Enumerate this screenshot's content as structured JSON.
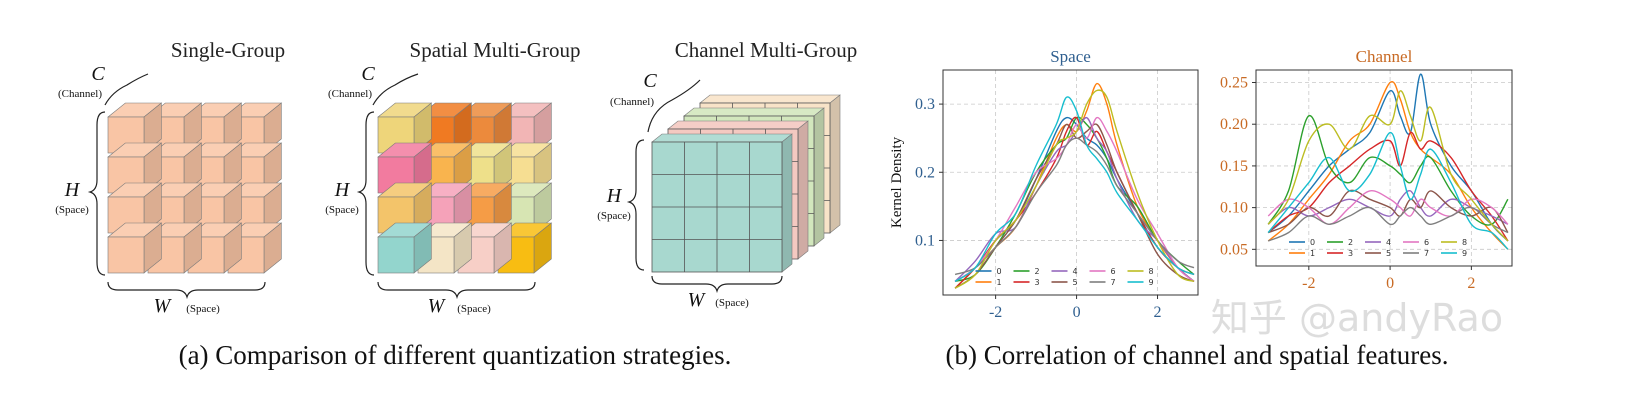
{
  "panel_a": {
    "caption": "(a) Comparison of different quantization strategies.",
    "diagrams": [
      {
        "title": "Single-Group",
        "c_symbol": "C",
        "c_label": "(Channel)",
        "h_symbol": "H",
        "h_label": "(Space)",
        "w_symbol": "W",
        "w_label": "(Space)"
      },
      {
        "title": "Spatial Multi-Group",
        "c_symbol": "C",
        "c_label": "(Channel)",
        "h_symbol": "H",
        "h_label": "(Space)",
        "w_symbol": "W",
        "w_label": "(Space)"
      },
      {
        "title": "Channel Multi-Group",
        "c_symbol": "C",
        "c_label": "(Channel)",
        "h_symbol": "H",
        "h_label": "(Space)",
        "w_symbol": "W",
        "w_label": "(Space)"
      }
    ],
    "colors": {
      "single_group": "#f9c5a5",
      "spatial_groups": [
        [
          "#eed57a",
          "#f07a22",
          "#ec8a3c",
          "#f2b5b5"
        ],
        [
          "#f27b9f",
          "#f9b44e",
          "#eee08a",
          "#f6de92"
        ],
        [
          "#f3c46a",
          "#f5a2b9",
          "#f59c46",
          "#d7e5b3"
        ],
        [
          "#93d5cd",
          "#f4e5c6",
          "#f7cfc7",
          "#f8bd12"
        ]
      ],
      "channel_layers": [
        "#a8d8cf",
        "#f4c9c1",
        "#d2e7bd",
        "#f8e3c8"
      ]
    }
  },
  "panel_b": {
    "caption": "(b) Correlation of channel and spatial features.",
    "watermark": "知乎 @andyRao",
    "legend_labels": [
      "0",
      "1",
      "2",
      "3",
      "4",
      "5",
      "6",
      "7",
      "8",
      "9"
    ],
    "series_colors": [
      "#1f77b4",
      "#ff7f0e",
      "#2ca02c",
      "#d62728",
      "#9467bd",
      "#8c564b",
      "#e377c2",
      "#7f7f7f",
      "#bcbd22",
      "#17becf"
    ]
  },
  "chart_data": [
    {
      "type": "line",
      "title": "Space",
      "title_color": "#2f5f8f",
      "tick_color": "#2f5f8f",
      "ylabel": "Kernel Density",
      "xlim": [
        -3.3,
        3.0
      ],
      "ylim": [
        0.02,
        0.35
      ],
      "xticks": [
        -2,
        0,
        2
      ],
      "yticks": [
        0.1,
        0.2,
        0.3
      ],
      "ytick_labels": [
        "0.1",
        "0.2",
        "0.3"
      ],
      "grid": true,
      "legend_position": "bottom-center",
      "x": [
        -3.0,
        -2.5,
        -2.0,
        -1.5,
        -1.0,
        -0.5,
        -0.25,
        0.0,
        0.25,
        0.5,
        0.75,
        1.0,
        1.5,
        2.0,
        2.5,
        2.9
      ],
      "series": [
        {
          "name": "0",
          "values": [
            0.04,
            0.06,
            0.1,
            0.13,
            0.19,
            0.26,
            0.28,
            0.27,
            0.25,
            0.24,
            0.22,
            0.19,
            0.14,
            0.09,
            0.06,
            0.04
          ]
        },
        {
          "name": "1",
          "values": [
            0.03,
            0.06,
            0.09,
            0.12,
            0.18,
            0.25,
            0.27,
            0.26,
            0.29,
            0.33,
            0.3,
            0.24,
            0.15,
            0.1,
            0.06,
            0.04
          ]
        },
        {
          "name": "2",
          "values": [
            0.04,
            0.05,
            0.09,
            0.14,
            0.2,
            0.24,
            0.25,
            0.28,
            0.27,
            0.25,
            0.22,
            0.18,
            0.15,
            0.1,
            0.07,
            0.05
          ]
        },
        {
          "name": "3",
          "values": [
            0.03,
            0.06,
            0.1,
            0.13,
            0.17,
            0.22,
            0.26,
            0.28,
            0.24,
            0.26,
            0.23,
            0.2,
            0.14,
            0.09,
            0.06,
            0.05
          ]
        },
        {
          "name": "4",
          "values": [
            0.04,
            0.07,
            0.11,
            0.12,
            0.18,
            0.23,
            0.24,
            0.26,
            0.28,
            0.25,
            0.23,
            0.19,
            0.13,
            0.1,
            0.06,
            0.04
          ]
        },
        {
          "name": "5",
          "values": [
            0.03,
            0.05,
            0.09,
            0.13,
            0.19,
            0.24,
            0.27,
            0.25,
            0.26,
            0.27,
            0.24,
            0.2,
            0.14,
            0.08,
            0.05,
            0.04
          ]
        },
        {
          "name": "6",
          "values": [
            0.04,
            0.06,
            0.1,
            0.15,
            0.2,
            0.22,
            0.24,
            0.27,
            0.25,
            0.28,
            0.26,
            0.23,
            0.16,
            0.11,
            0.06,
            0.04
          ]
        },
        {
          "name": "7",
          "values": [
            0.05,
            0.06,
            0.09,
            0.12,
            0.17,
            0.21,
            0.24,
            0.25,
            0.24,
            0.23,
            0.21,
            0.18,
            0.14,
            0.1,
            0.07,
            0.06
          ]
        },
        {
          "name": "8",
          "values": [
            0.03,
            0.05,
            0.1,
            0.13,
            0.18,
            0.24,
            0.25,
            0.26,
            0.3,
            0.32,
            0.31,
            0.26,
            0.17,
            0.1,
            0.05,
            0.04
          ]
        },
        {
          "name": "9",
          "values": [
            0.04,
            0.06,
            0.11,
            0.14,
            0.21,
            0.27,
            0.31,
            0.29,
            0.24,
            0.22,
            0.2,
            0.17,
            0.13,
            0.09,
            0.06,
            0.05
          ]
        }
      ]
    },
    {
      "type": "line",
      "title": "Channel",
      "title_color": "#c86a24",
      "tick_color": "#c86a24",
      "ylabel": "",
      "xlim": [
        -3.3,
        3.0
      ],
      "ylim": [
        0.03,
        0.265
      ],
      "xticks": [
        -2,
        0,
        2
      ],
      "yticks": [
        0.05,
        0.1,
        0.15,
        0.2,
        0.25
      ],
      "ytick_labels": [
        "0.05",
        "0.10",
        "0.15",
        "0.20",
        "0.25"
      ],
      "grid": true,
      "legend_position": "bottom-center",
      "x": [
        -3.0,
        -2.5,
        -2.0,
        -1.5,
        -1.0,
        -0.5,
        0.0,
        0.25,
        0.5,
        0.75,
        1.0,
        1.5,
        2.0,
        2.5,
        2.9
      ],
      "series": [
        {
          "name": "0",
          "values": [
            0.07,
            0.09,
            0.12,
            0.15,
            0.17,
            0.19,
            0.24,
            0.21,
            0.19,
            0.26,
            0.2,
            0.15,
            0.12,
            0.08,
            0.06
          ]
        },
        {
          "name": "1",
          "values": [
            0.06,
            0.08,
            0.11,
            0.14,
            0.18,
            0.2,
            0.25,
            0.23,
            0.19,
            0.17,
            0.16,
            0.14,
            0.1,
            0.07,
            0.05
          ]
        },
        {
          "name": "2",
          "values": [
            0.08,
            0.12,
            0.21,
            0.15,
            0.13,
            0.16,
            0.15,
            0.14,
            0.13,
            0.15,
            0.16,
            0.12,
            0.09,
            0.08,
            0.11
          ]
        },
        {
          "name": "3",
          "values": [
            0.07,
            0.09,
            0.1,
            0.13,
            0.15,
            0.17,
            0.18,
            0.15,
            0.19,
            0.17,
            0.18,
            0.16,
            0.12,
            0.09,
            0.06
          ]
        },
        {
          "name": "4",
          "values": [
            0.08,
            0.1,
            0.09,
            0.1,
            0.11,
            0.1,
            0.09,
            0.11,
            0.12,
            0.1,
            0.09,
            0.11,
            0.1,
            0.09,
            0.08
          ]
        },
        {
          "name": "5",
          "values": [
            0.07,
            0.08,
            0.1,
            0.09,
            0.12,
            0.11,
            0.1,
            0.09,
            0.11,
            0.1,
            0.12,
            0.1,
            0.09,
            0.1,
            0.07
          ]
        },
        {
          "name": "6",
          "values": [
            0.09,
            0.11,
            0.1,
            0.08,
            0.1,
            0.12,
            0.11,
            0.1,
            0.09,
            0.11,
            0.1,
            0.09,
            0.11,
            0.1,
            0.08
          ]
        },
        {
          "name": "7",
          "values": [
            0.06,
            0.07,
            0.09,
            0.08,
            0.09,
            0.1,
            0.08,
            0.09,
            0.1,
            0.09,
            0.08,
            0.09,
            0.1,
            0.08,
            0.07
          ]
        },
        {
          "name": "8",
          "values": [
            0.08,
            0.11,
            0.18,
            0.2,
            0.17,
            0.21,
            0.2,
            0.24,
            0.21,
            0.18,
            0.22,
            0.14,
            0.11,
            0.08,
            0.06
          ]
        },
        {
          "name": "9",
          "values": [
            0.07,
            0.1,
            0.13,
            0.16,
            0.12,
            0.14,
            0.19,
            0.15,
            0.11,
            0.14,
            0.17,
            0.13,
            0.08,
            0.07,
            0.05
          ]
        }
      ]
    }
  ]
}
